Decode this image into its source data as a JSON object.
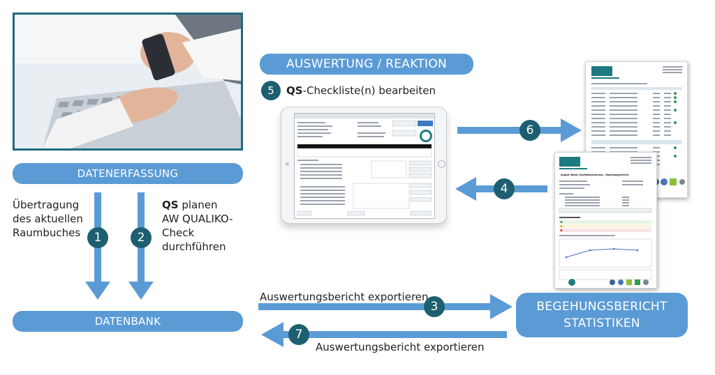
{
  "labels": {
    "auswertung": "AUSWERTUNG / REAKTION",
    "datenerfassung": "DATENERFASSUNG",
    "datenbank": "DATENBANK",
    "begehungsbericht": "BEGEHUNGSBERICHT",
    "statistiken": "STATISTIKEN"
  },
  "steps": {
    "s1": {
      "number": "1",
      "text": [
        "Übertragung",
        "des aktuellen",
        "Raumbuches"
      ]
    },
    "s2": {
      "number": "2",
      "bold": "QS",
      "rest": " planen",
      "text": [
        "AW QUALIKO-",
        "Check",
        "durchführen"
      ]
    },
    "s3": {
      "number": "3",
      "text": "Auswertungsbericht exportieren"
    },
    "s4": {
      "number": "4"
    },
    "s5": {
      "number": "5",
      "bold": "QS",
      "text": "-Checkliste(n) bearbeiten"
    },
    "s6": {
      "number": "6"
    },
    "s7": {
      "number": "7",
      "text": "Auswertungsbericht exportieren"
    }
  },
  "report_front": {
    "title": "August Weber Qualitätssicherung – Begehungsbericht"
  },
  "colors": {
    "pill": "#5b9bd5",
    "arrow": "#5b9bd5",
    "circle": "#1d5f70",
    "photo_border": "#1f6b7d"
  }
}
